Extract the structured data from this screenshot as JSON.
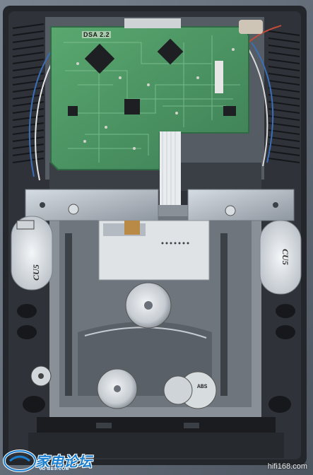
{
  "photo": {
    "subject": "cd-mechanism-with-control-board",
    "pcb_label": "DSA 2.2",
    "reel_left_text": "CU5",
    "reel_right_text": "CU5",
    "part_code": "ABS"
  },
  "watermark": {
    "logo_cn": "家电论坛",
    "logo_en": "JD-BBS.COM",
    "site": "hifi168.com"
  },
  "colors": {
    "pcb_green": "#4f9a66",
    "chassis": "#2a2d33",
    "metal": "#bfc6cf",
    "tape": "#e6ebef",
    "logo_blue": "#1a7fd0"
  }
}
